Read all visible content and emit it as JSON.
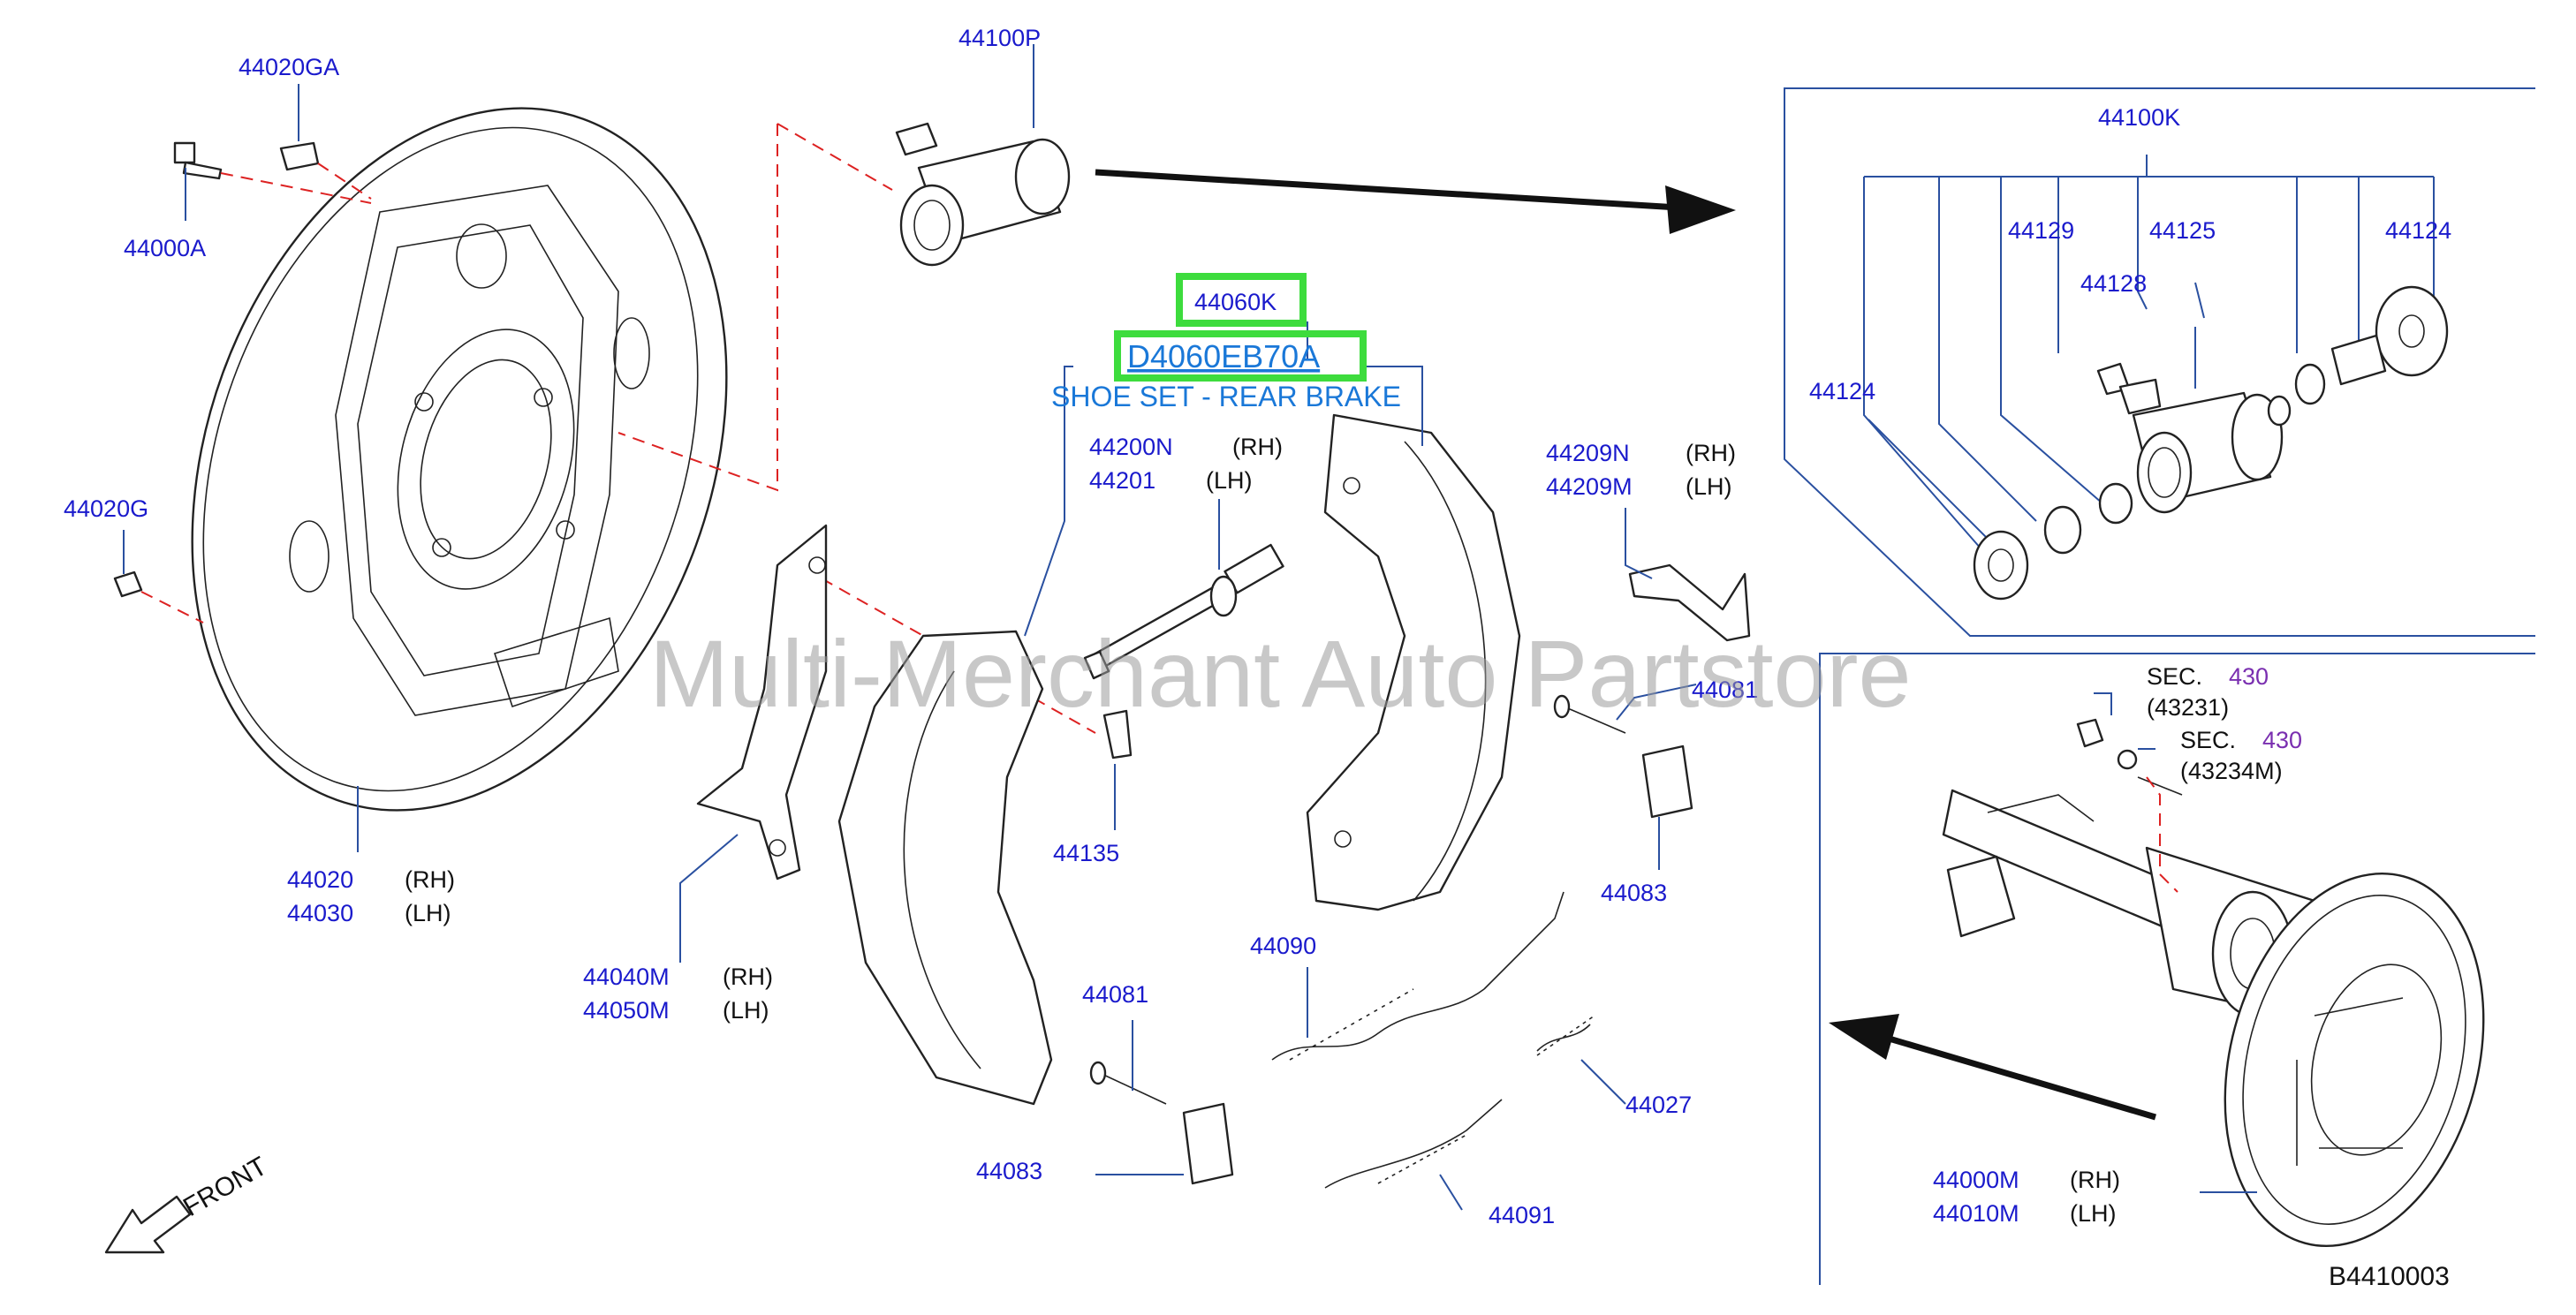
{
  "watermark": "Multi-Merchant Auto Partstore",
  "diagram_code": "B4410003",
  "front_label": "FRONT",
  "highlight": {
    "part_no": "44060K",
    "oem_no": "D4060EB70A",
    "description": "SHOE SET - REAR BRAKE"
  },
  "labels": {
    "p44020GA": "44020GA",
    "p44000A": "44000A",
    "p44020G": "44020G",
    "p44100P": "44100P",
    "p44020": "44020",
    "p44030": "44030",
    "p44040M": "44040M",
    "p44050M": "44050M",
    "p44200N": "44200N",
    "p44201": "44201",
    "p44135": "44135",
    "p44209N": "44209N",
    "p44209M": "44209M",
    "p44081a": "44081",
    "p44083a": "44083",
    "p44081b": "44081",
    "p44083b": "44083",
    "p44090": "44090",
    "p44027": "44027",
    "p44091": "44091",
    "p44100K": "44100K",
    "p44129": "44129",
    "p44125": "44125",
    "p44124a": "44124",
    "p44128": "44128",
    "p44124b": "44124",
    "p44000M": "44000M",
    "p44010M": "44010M"
  },
  "sides": {
    "rh": "(RH)",
    "lh": "(LH)"
  },
  "sec_refs": {
    "sec1_label": "SEC.",
    "sec1_num": "430",
    "sec1_part": "(43231)",
    "sec2_label": "SEC.",
    "sec2_num": "430",
    "sec2_part": "(43234M)"
  },
  "colors": {
    "part_number": "#1a1acc",
    "highlight_box": "#3ddc3d",
    "highlight_text": "#1a78d8",
    "dashed_line": "#dd2222",
    "leader": "#2a50a0"
  }
}
